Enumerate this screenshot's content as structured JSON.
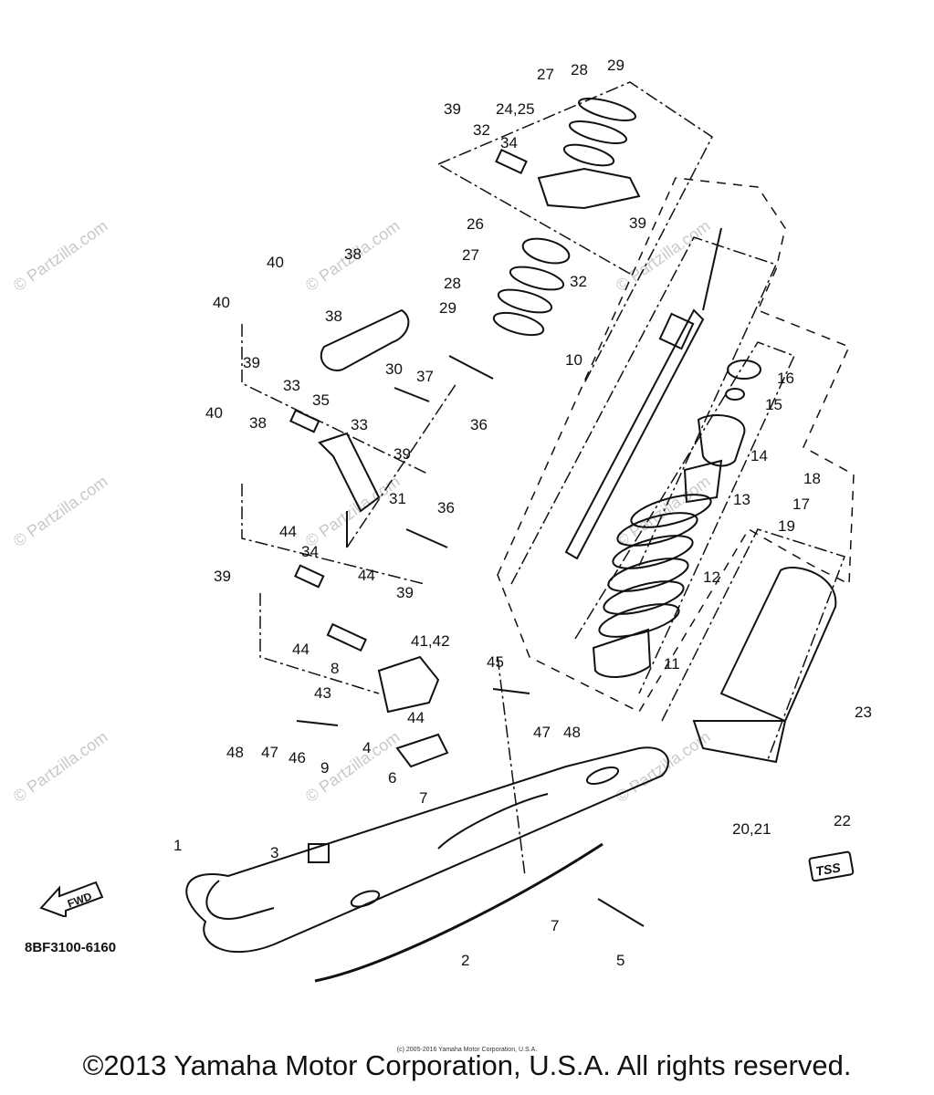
{
  "figure_code": "8BF3100-6160",
  "fwd_label": "FWD",
  "tss_label": "TSS",
  "watermark_text": "© Partzilla.com",
  "tiny_copyright": "(c) 2005-2016 Yamaha Motor Corporation, U.S.A.",
  "copyright": "©2013 Yamaha Motor Corporation, U.S.A. All rights reserved.",
  "callouts": [
    "1",
    "2",
    "3",
    "4",
    "5",
    "6",
    "7",
    "7",
    "8",
    "9",
    "10",
    "11",
    "12",
    "13",
    "14",
    "15",
    "16",
    "17",
    "18",
    "19",
    "20,21",
    "22",
    "23",
    "24,25",
    "26",
    "27",
    "27",
    "28",
    "28",
    "29",
    "29",
    "30",
    "31",
    "32",
    "32",
    "33",
    "33",
    "34",
    "34",
    "35",
    "36",
    "36",
    "37",
    "38",
    "38",
    "38",
    "39",
    "39",
    "39",
    "39",
    "39",
    "39",
    "40",
    "40",
    "40",
    "41,42",
    "43",
    "44",
    "44",
    "44",
    "44",
    "45",
    "46",
    "47",
    "47",
    "48",
    "48"
  ],
  "colors": {
    "ink": "#111111",
    "watermark": "#c9c9c9"
  }
}
